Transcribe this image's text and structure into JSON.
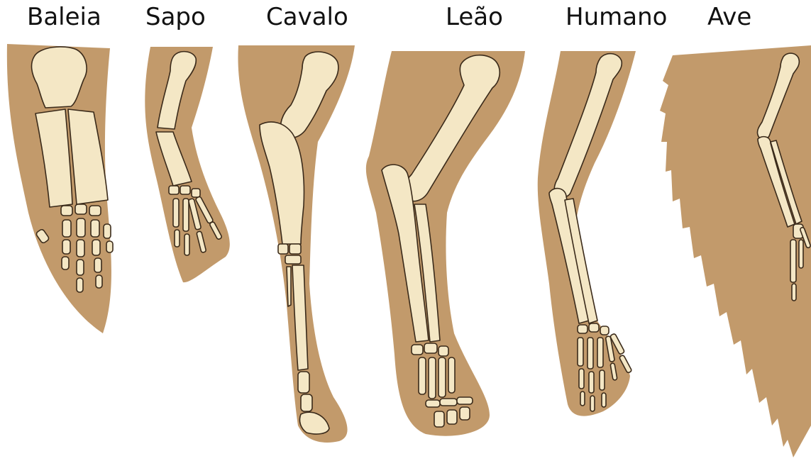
{
  "limbs": [
    {
      "name": "Baleia"
    },
    {
      "name": "Sapo"
    },
    {
      "name": "Cavalo"
    },
    {
      "name": "Leão"
    },
    {
      "name": "Humano"
    },
    {
      "name": "Ave"
    }
  ],
  "colors": {
    "skin": "#c29a6b",
    "bone": "#f4e7c5",
    "outline": "#3a2a1a",
    "background": "#ffffff",
    "text": "#111111"
  }
}
